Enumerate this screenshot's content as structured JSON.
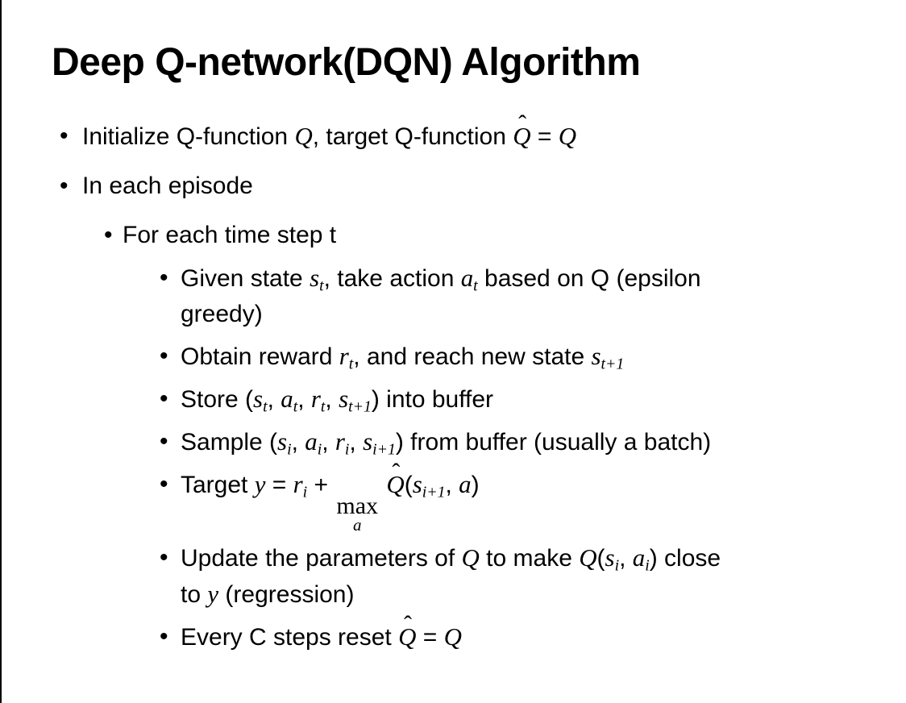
{
  "slide": {
    "title": "Deep Q-network(DQN) Algorithm",
    "bullet_char": "•",
    "hat_char": "ˆ",
    "colors": {
      "background": "#ffffff",
      "text": "#000000",
      "border_left": "#000000"
    },
    "bullets": [
      {
        "level": 1,
        "segments": [
          {
            "y": "t",
            "v": "Initialize Q-function "
          },
          {
            "y": "v",
            "v": "Q"
          },
          {
            "y": "t",
            "v": ", target Q-function "
          },
          {
            "y": "hat",
            "v": "Q"
          },
          {
            "y": "t",
            "v": " = "
          },
          {
            "y": "v",
            "v": "Q"
          }
        ]
      },
      {
        "level": 1,
        "segments": [
          {
            "y": "t",
            "v": "In each episode"
          }
        ]
      },
      {
        "level": 2,
        "segments": [
          {
            "y": "t",
            "v": "For each time step t"
          }
        ]
      },
      {
        "level": 3,
        "segments": [
          {
            "y": "t",
            "v": "Given state "
          },
          {
            "y": "vs",
            "v": "s",
            "s": "t"
          },
          {
            "y": "t",
            "v": ", take action "
          },
          {
            "y": "vs",
            "v": "a",
            "s": "t"
          },
          {
            "y": "t",
            "v": " based on Q (epsilon"
          },
          {
            "y": "br"
          },
          {
            "y": "t",
            "v": "greedy)"
          }
        ]
      },
      {
        "level": 3,
        "segments": [
          {
            "y": "t",
            "v": "Obtain reward "
          },
          {
            "y": "vs",
            "v": "r",
            "s": "t"
          },
          {
            "y": "t",
            "v": ", and reach new state "
          },
          {
            "y": "vs",
            "v": "s",
            "s": "t+1"
          }
        ]
      },
      {
        "level": 3,
        "segments": [
          {
            "y": "t",
            "v": "Store ("
          },
          {
            "y": "vs",
            "v": "s",
            "s": "t"
          },
          {
            "y": "t",
            "v": ", "
          },
          {
            "y": "vs",
            "v": "a",
            "s": "t"
          },
          {
            "y": "t",
            "v": ", "
          },
          {
            "y": "vs",
            "v": "r",
            "s": "t"
          },
          {
            "y": "t",
            "v": ", "
          },
          {
            "y": "vs",
            "v": "s",
            "s": "t+1"
          },
          {
            "y": "t",
            "v": ") into buffer"
          }
        ]
      },
      {
        "level": 3,
        "segments": [
          {
            "y": "t",
            "v": "Sample ("
          },
          {
            "y": "vs",
            "v": "s",
            "s": "i"
          },
          {
            "y": "t",
            "v": ", "
          },
          {
            "y": "vs",
            "v": "a",
            "s": "i"
          },
          {
            "y": "t",
            "v": ", "
          },
          {
            "y": "vs",
            "v": "r",
            "s": "i"
          },
          {
            "y": "t",
            "v": ", "
          },
          {
            "y": "vs",
            "v": "s",
            "s": "i+1"
          },
          {
            "y": "t",
            "v": ") from buffer (usually a batch)"
          }
        ]
      },
      {
        "level": 3,
        "segments": [
          {
            "y": "t",
            "v": "Target "
          },
          {
            "y": "v",
            "v": "y"
          },
          {
            "y": "t",
            "v": " = "
          },
          {
            "y": "vs",
            "v": "r",
            "s": "i"
          },
          {
            "y": "t",
            "v": " + "
          },
          {
            "y": "under",
            "v": "max",
            "u": "a"
          },
          {
            "y": "t",
            "v": " "
          },
          {
            "y": "hat",
            "v": "Q"
          },
          {
            "y": "t",
            "v": "("
          },
          {
            "y": "vs",
            "v": "s",
            "s": "i+1"
          },
          {
            "y": "t",
            "v": ", "
          },
          {
            "y": "v",
            "v": "a"
          },
          {
            "y": "t",
            "v": ")"
          }
        ]
      },
      {
        "level": 3,
        "segments": [
          {
            "y": "t",
            "v": "Update the parameters of "
          },
          {
            "y": "v",
            "v": "Q"
          },
          {
            "y": "t",
            "v": " to make "
          },
          {
            "y": "v",
            "v": "Q"
          },
          {
            "y": "t",
            "v": "("
          },
          {
            "y": "vs",
            "v": "s",
            "s": "i"
          },
          {
            "y": "t",
            "v": ", "
          },
          {
            "y": "vs",
            "v": "a",
            "s": "i"
          },
          {
            "y": "t",
            "v": ") close"
          },
          {
            "y": "br"
          },
          {
            "y": "t",
            "v": "to "
          },
          {
            "y": "v",
            "v": "y"
          },
          {
            "y": "t",
            "v": " (regression)"
          }
        ]
      },
      {
        "level": 3,
        "segments": [
          {
            "y": "t",
            "v": "Every C steps reset "
          },
          {
            "y": "hat",
            "v": "Q"
          },
          {
            "y": "t",
            "v": " = "
          },
          {
            "y": "v",
            "v": "Q"
          }
        ]
      }
    ]
  }
}
